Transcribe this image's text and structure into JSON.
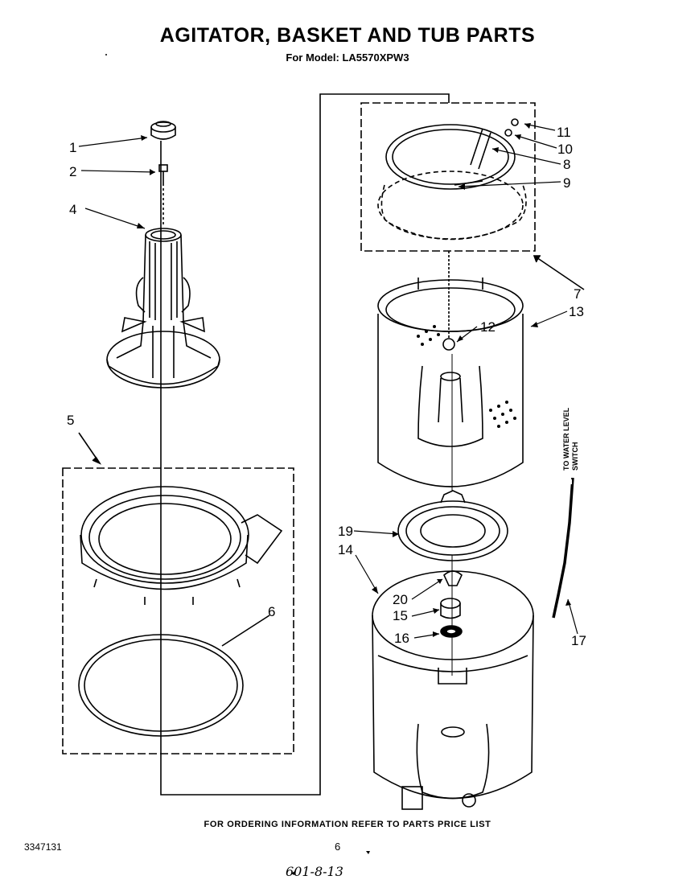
{
  "title": "AGITATOR, BASKET AND TUB PARTS",
  "subtitle": "For Model: LA5570XPW3",
  "callouts": [
    "1",
    "2",
    "4",
    "5",
    "6",
    "11",
    "10",
    "8",
    "9",
    "7",
    "13",
    "12",
    "19",
    "14",
    "20",
    "15",
    "16",
    "17"
  ],
  "side_note": [
    "TO WATER LEVEL",
    "SWITCH"
  ],
  "footer": "FOR ORDERING INFORMATION REFER TO PARTS PRICE LIST",
  "doc_number": "3347131",
  "page_number": "6",
  "handwritten": "601-8-13"
}
